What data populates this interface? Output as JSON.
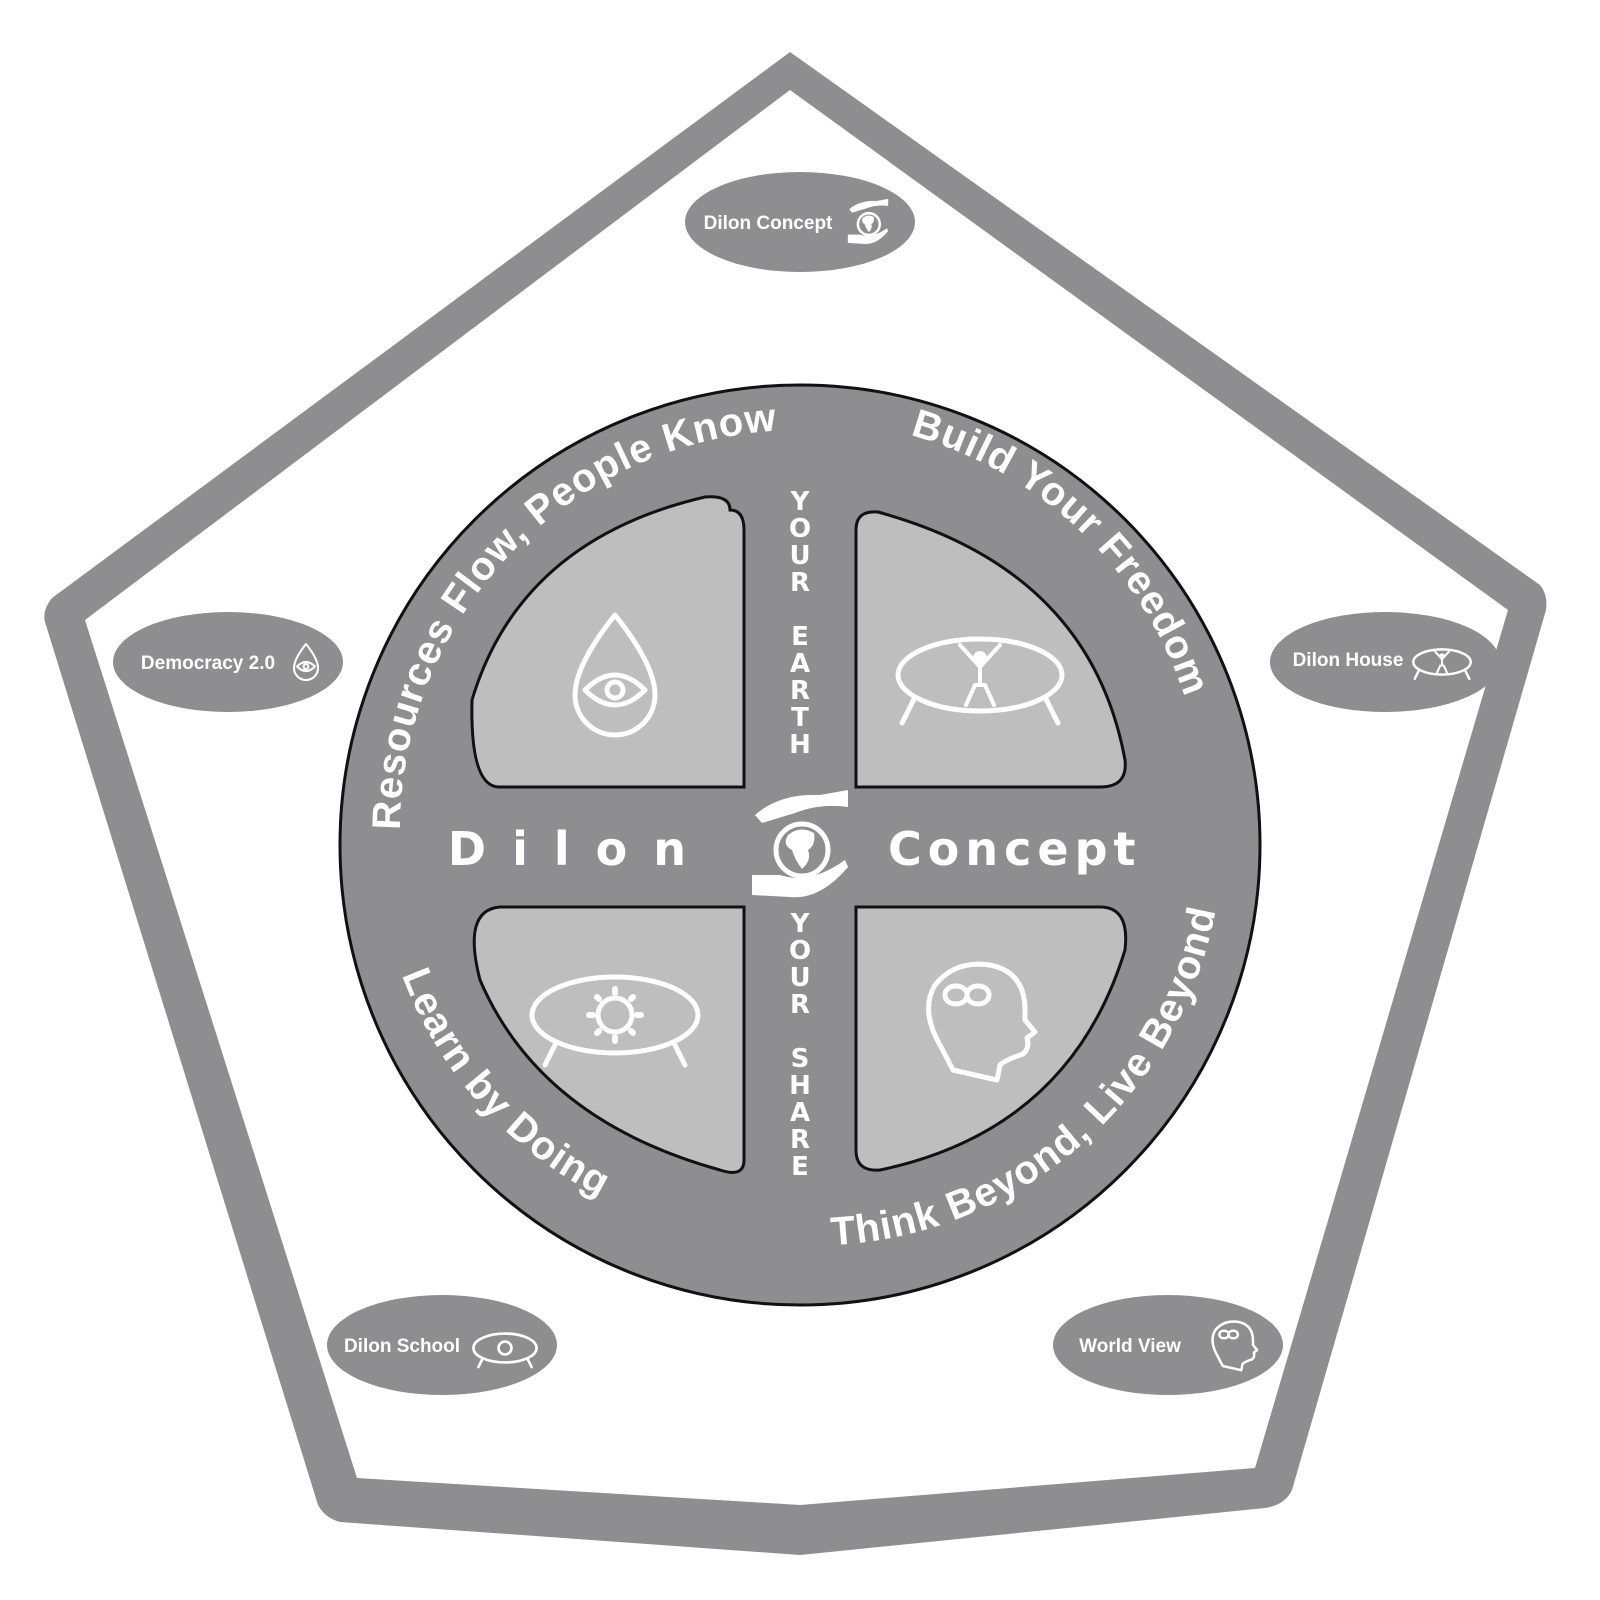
{
  "colors": {
    "frame": "#8e8e91",
    "wheel": "#8e8e91",
    "quadrant_fill": "#bebebe",
    "outline": "#111111",
    "text": "#ffffff",
    "background": "#ffffff"
  },
  "center": {
    "title_left": "Dilon",
    "title_right": "Concept",
    "logo_icon": "hands-globe-icon",
    "vertical_top": [
      "Y",
      "O",
      "U",
      "R",
      "",
      "E",
      "A",
      "R",
      "T",
      "H"
    ],
    "vertical_bottom": [
      "Y",
      "O",
      "U",
      "R",
      "",
      "S",
      "H",
      "A",
      "R",
      "E"
    ]
  },
  "arc_labels": {
    "top_left": "Resources Flow, People Know",
    "top_right": "Build Your Freedom",
    "bottom_left": "Learn by Doing",
    "bottom_right": "Think Beyond, Live Beyond"
  },
  "quadrants": [
    {
      "position": "top-left",
      "icon": "drop-eye-icon"
    },
    {
      "position": "top-right",
      "icon": "trampoline-person-icon"
    },
    {
      "position": "bottom-left",
      "icon": "trampoline-gear-icon"
    },
    {
      "position": "bottom-right",
      "icon": "head-infinity-icon"
    }
  ],
  "pills": [
    {
      "label": "Dilon Concept",
      "icon": "hands-globe-icon"
    },
    {
      "label": "Democracy 2.0",
      "icon": "drop-eye-icon"
    },
    {
      "label": "Dilon House",
      "icon": "trampoline-person-icon"
    },
    {
      "label": "Dilon School",
      "icon": "trampoline-gear-icon"
    },
    {
      "label": "World View",
      "icon": "head-infinity-icon"
    }
  ]
}
